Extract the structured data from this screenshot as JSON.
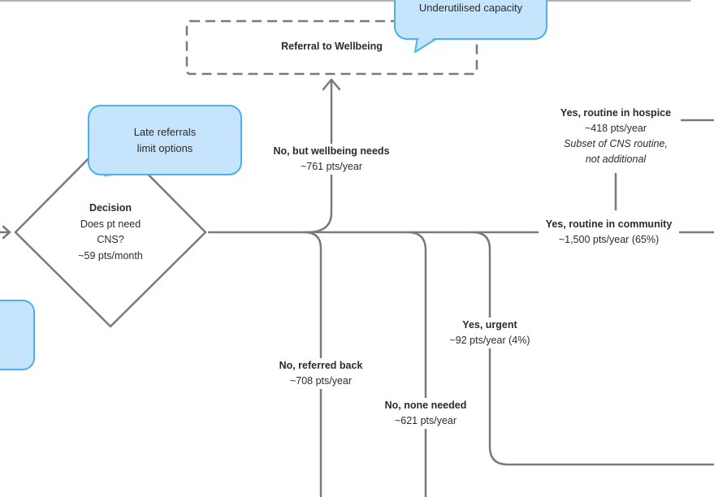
{
  "top_callout": {
    "text": "Underutilised capacity"
  },
  "wellbeing_box": {
    "label": "Referral to Wellbeing"
  },
  "late_callout": {
    "line1": "Late referrals",
    "line2": "limit options"
  },
  "decision": {
    "title": "Decision",
    "line1": "Does pt need",
    "line2": "CNS?",
    "line3": "~59 pts/month"
  },
  "branches": {
    "wellbeing_needs": {
      "title": "No, but wellbeing needs",
      "value": "~761 pts/year"
    },
    "routine_hospice": {
      "title": "Yes, routine in hospice",
      "value": "~418 pts/year",
      "note1": "Subset of CNS routine,",
      "note2": "not additional"
    },
    "routine_community": {
      "title": "Yes, routine in community",
      "value": "~1,500 pts/year (65%)"
    },
    "urgent": {
      "title": "Yes, urgent",
      "value": "~92 pts/year (4%)"
    },
    "referred_back": {
      "title": "No, referred back",
      "value": "~708 pts/year"
    },
    "none_needed": {
      "title": "No, none needed",
      "value": "~621 pts/year"
    }
  },
  "colors": {
    "line": "#7a7a7a",
    "callout_fill": "#c6e4fb",
    "callout_border": "#4bb0ee"
  }
}
